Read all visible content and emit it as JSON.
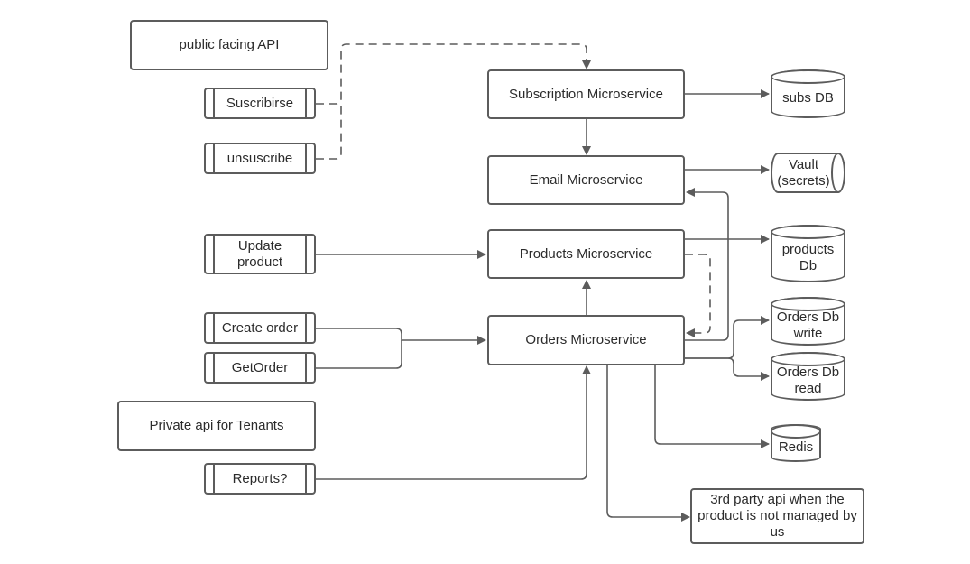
{
  "group_labels": {
    "public_api": "public facing API",
    "private_api": "Private api for Tenants"
  },
  "endpoints": {
    "suscribirse": "Suscribirse",
    "unsuscribe": "unsuscribe",
    "update_product": [
      "Update",
      "product"
    ],
    "create_order": "Create order",
    "get_order": "GetOrder",
    "reports": "Reports?"
  },
  "services": {
    "subscription": "Subscription Microservice",
    "email": "Email Microservice",
    "products": "Products Microservice",
    "orders": "Orders Microservice"
  },
  "stores": {
    "subs_db": "subs DB",
    "vault": [
      "Vault",
      "(secrets)"
    ],
    "products_db": [
      "products",
      "Db"
    ],
    "orders_db_write": [
      "Orders Db",
      "write"
    ],
    "orders_db_read": [
      "Orders Db",
      "read"
    ],
    "redis": "Redis"
  },
  "external": {
    "third_party": [
      "3rd party api when the",
      "product is not managed by",
      "us"
    ]
  },
  "colors": {
    "line": "#5c5c5c",
    "text": "#2b2b2b",
    "background": "#ffffff"
  }
}
